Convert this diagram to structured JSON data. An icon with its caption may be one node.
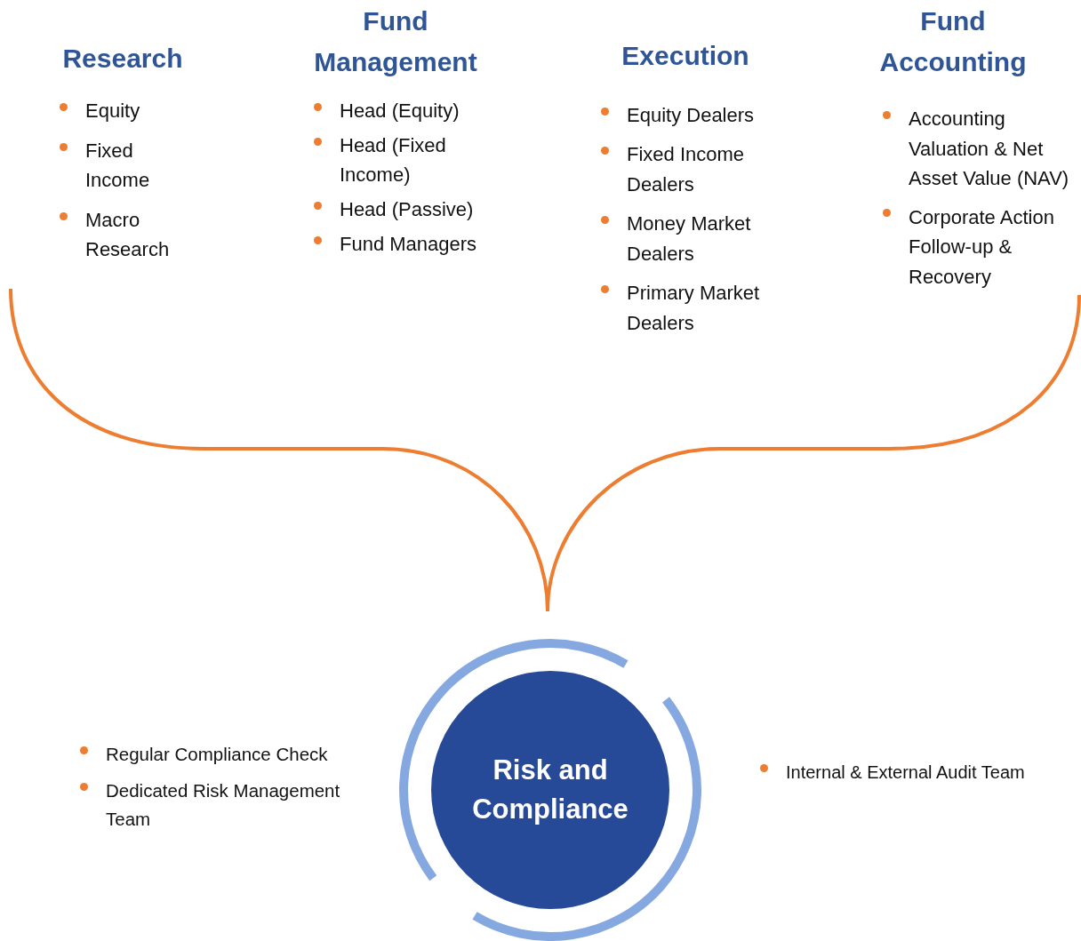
{
  "diagram": {
    "nodes": [
      {
        "text": [
          "Risk and Compliance"
        ]
      }
    ],
    "labels": [
      "Research",
      "Equity",
      "Fixed Income",
      "Macro Research",
      "Fund Management",
      "Head (Equity)",
      "Head (Fixed Income)",
      "Head (Passive)",
      "Fund Managers",
      "Execution",
      "Equity Dealers",
      "Fixed Income Dealers",
      "Money Market Dealers",
      "Primary Market Dealers",
      "Fund Accounting",
      "Accounting Valuation & Net Asset Value (NAV)",
      "Corporate Action Follow-up & Recovery",
      "Regular Compliance Check",
      "Dedicated Risk Management Team",
      "Internal & External Audit Team"
    ]
  }
}
